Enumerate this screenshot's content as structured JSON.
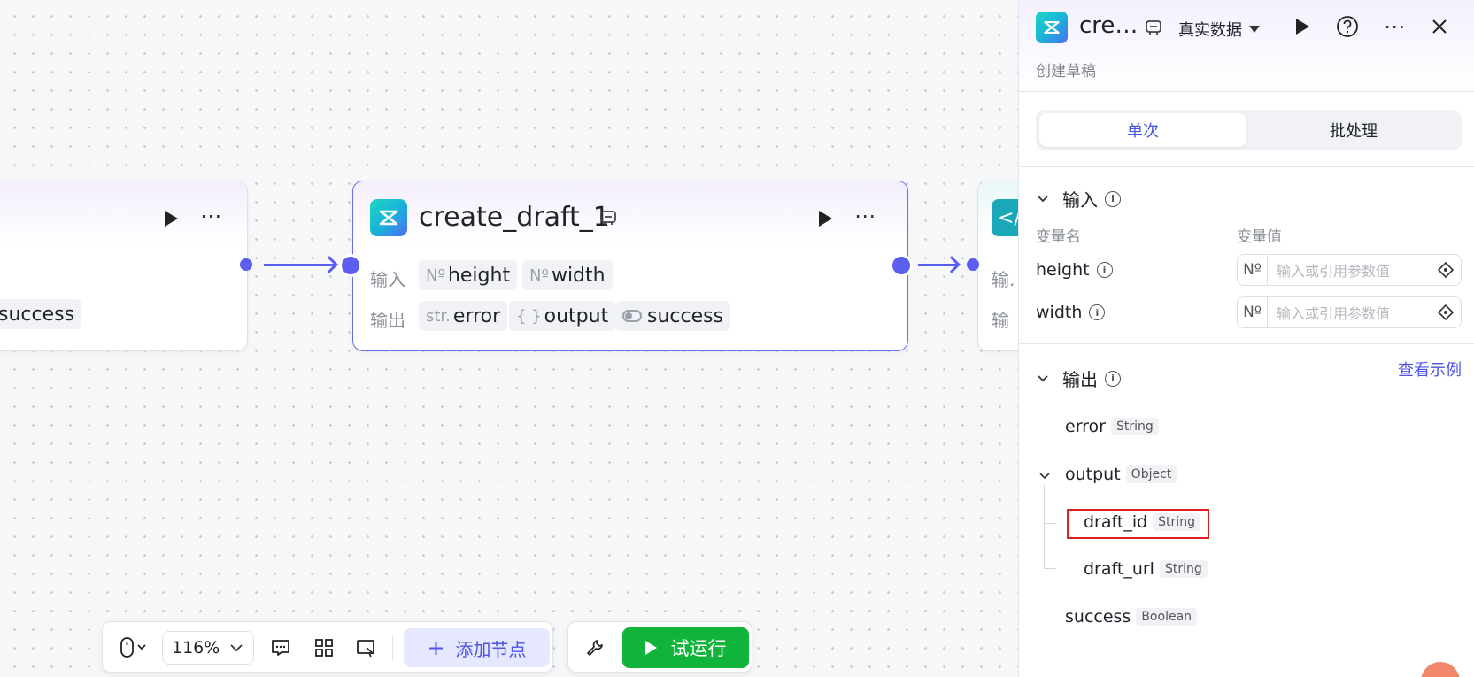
{
  "canvas": {
    "left_node": {
      "success_label": "success"
    },
    "main_node": {
      "title": "create_draft_1",
      "input_label": "输入",
      "output_label": "输出",
      "inputs": [
        {
          "prefix": "Nº",
          "name": "height"
        },
        {
          "prefix": "Nº",
          "name": "width"
        }
      ],
      "outputs": [
        {
          "prefix": "str.",
          "name": "error"
        },
        {
          "prefix": "{ }",
          "name": "output"
        },
        {
          "prefix": "toggle",
          "name": "success"
        }
      ]
    },
    "right_node": {
      "icon_text": "</",
      "input_label_partial": "输.",
      "output_label_partial": "输"
    }
  },
  "toolbar": {
    "zoom": "116%",
    "add_node_label": "添加节点",
    "test_run_label": "试运行"
  },
  "panel": {
    "title": "cre…",
    "subtitle": "创建草稿",
    "data_source": "真实数据",
    "tabs": {
      "single": "单次",
      "batch": "批处理"
    },
    "input_section": {
      "title": "输入",
      "col_name": "变量名",
      "col_value": "变量值",
      "vars": [
        {
          "name": "height",
          "type_icon": "Nº",
          "placeholder": "输入或引用参数值"
        },
        {
          "name": "width",
          "type_icon": "Nº",
          "placeholder": "输入或引用参数值"
        }
      ]
    },
    "output_section": {
      "title": "输出",
      "view_example": "查看示例",
      "items": [
        {
          "name": "error",
          "type": "String"
        },
        {
          "name": "output",
          "type": "Object"
        },
        {
          "name": "draft_id",
          "type": "String"
        },
        {
          "name": "draft_url",
          "type": "String"
        },
        {
          "name": "success",
          "type": "Boolean"
        }
      ]
    }
  },
  "colors": {
    "accent": "#5b5ef0",
    "run_green": "#10b43a",
    "highlight_red": "#e02020"
  }
}
